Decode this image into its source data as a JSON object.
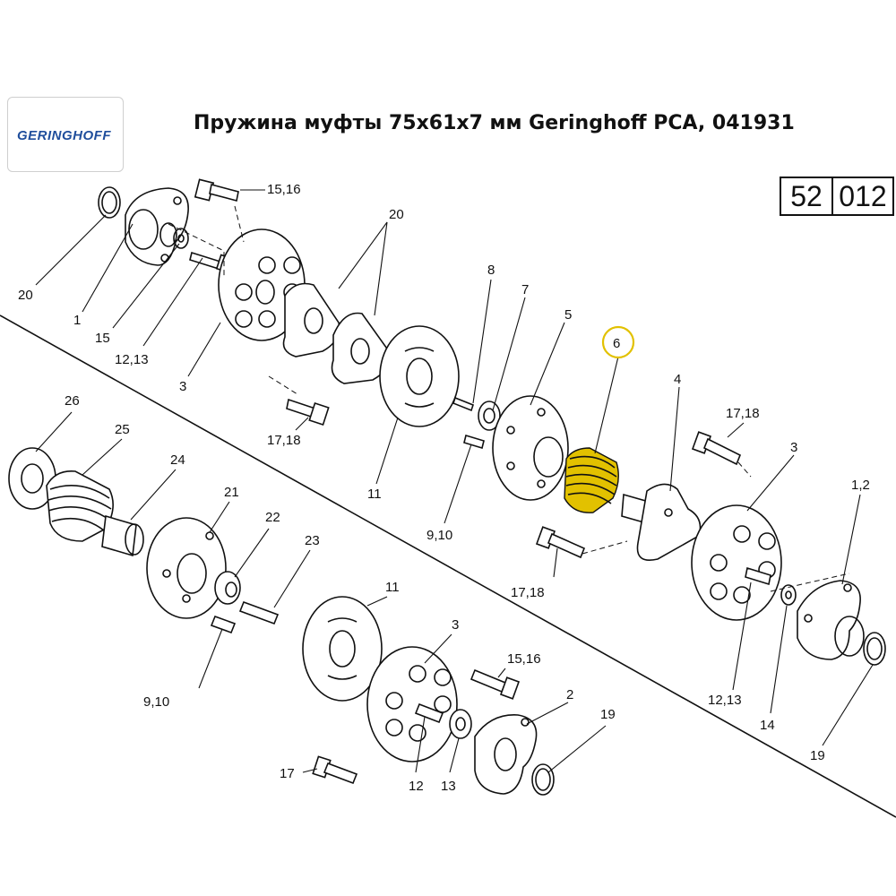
{
  "header": {
    "logo_text": "GERINGHOFF",
    "title": "Пружина муфты 75x61x7 мм Geringhoff PCA, 041931",
    "page_left": "52",
    "page_right": "012"
  },
  "colors": {
    "highlight": "#e2c100",
    "ink": "#111111",
    "logo": "#1f4e9c"
  },
  "callouts": [
    {
      "id": "c20a",
      "text": "20"
    },
    {
      "id": "c1",
      "text": "1"
    },
    {
      "id": "c15a",
      "text": "15"
    },
    {
      "id": "c1213a",
      "text": "12,13"
    },
    {
      "id": "c1516a",
      "text": "15,16"
    },
    {
      "id": "c3a",
      "text": "3"
    },
    {
      "id": "c20b",
      "text": "20"
    },
    {
      "id": "c1718a",
      "text": "17,18"
    },
    {
      "id": "c11a",
      "text": "11"
    },
    {
      "id": "c8",
      "text": "8"
    },
    {
      "id": "c7",
      "text": "7"
    },
    {
      "id": "c5",
      "text": "5"
    },
    {
      "id": "c6",
      "text": "6"
    },
    {
      "id": "c910a",
      "text": "9,10"
    },
    {
      "id": "c4",
      "text": "4"
    },
    {
      "id": "c1718b",
      "text": "17,18"
    },
    {
      "id": "c1718c",
      "text": "17,18"
    },
    {
      "id": "c3b",
      "text": "3"
    },
    {
      "id": "c12b",
      "text": "1,2"
    },
    {
      "id": "c1213b",
      "text": "12,13"
    },
    {
      "id": "c14",
      "text": "14"
    },
    {
      "id": "c19a",
      "text": "19"
    },
    {
      "id": "c26",
      "text": "26"
    },
    {
      "id": "c25",
      "text": "25"
    },
    {
      "id": "c24",
      "text": "24"
    },
    {
      "id": "c21",
      "text": "21"
    },
    {
      "id": "c22",
      "text": "22"
    },
    {
      "id": "c23",
      "text": "23"
    },
    {
      "id": "c910b",
      "text": "9,10"
    },
    {
      "id": "c11b",
      "text": "11"
    },
    {
      "id": "c3c",
      "text": "3"
    },
    {
      "id": "c1516b",
      "text": "15,16"
    },
    {
      "id": "c2",
      "text": "2"
    },
    {
      "id": "c19b",
      "text": "19"
    },
    {
      "id": "c17",
      "text": "17"
    },
    {
      "id": "c12c",
      "text": "12"
    },
    {
      "id": "c13",
      "text": "13"
    }
  ]
}
